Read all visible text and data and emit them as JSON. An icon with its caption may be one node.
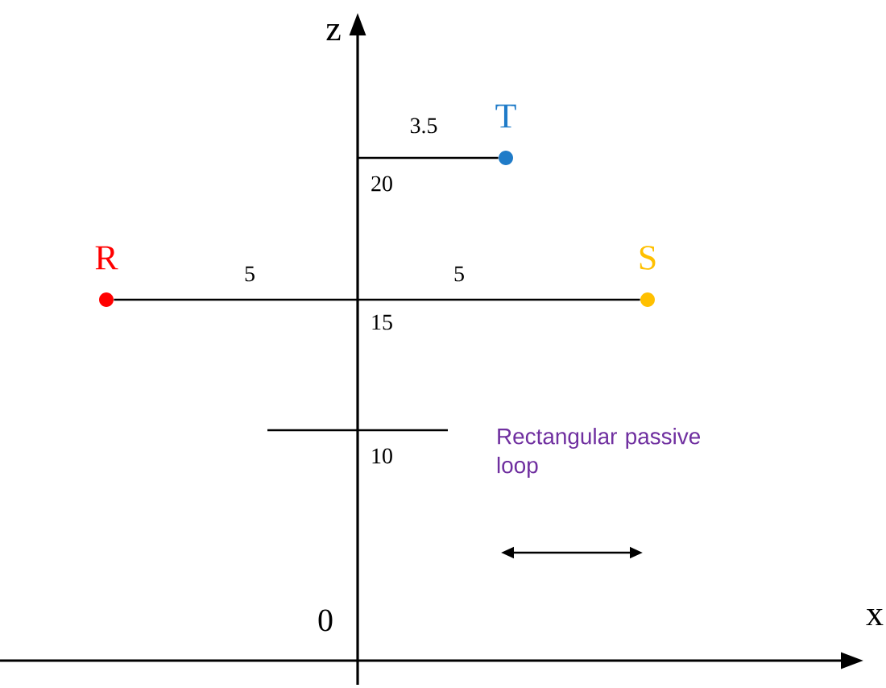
{
  "diagram": {
    "nodes": [
      {
        "text": [
          "R"
        ]
      },
      {
        "text": [
          "S"
        ]
      },
      {
        "text": [
          "T"
        ]
      }
    ],
    "edges": [
      {
        "from": 0,
        "to": 1,
        "arrow": "none"
      },
      {
        "from": null,
        "to": 2,
        "arrow": "none"
      }
    ],
    "labels": [
      "z",
      "3.5",
      "20",
      "5",
      "5",
      "15",
      "10",
      "Rectangular passive loop",
      "0",
      "x"
    ]
  }
}
